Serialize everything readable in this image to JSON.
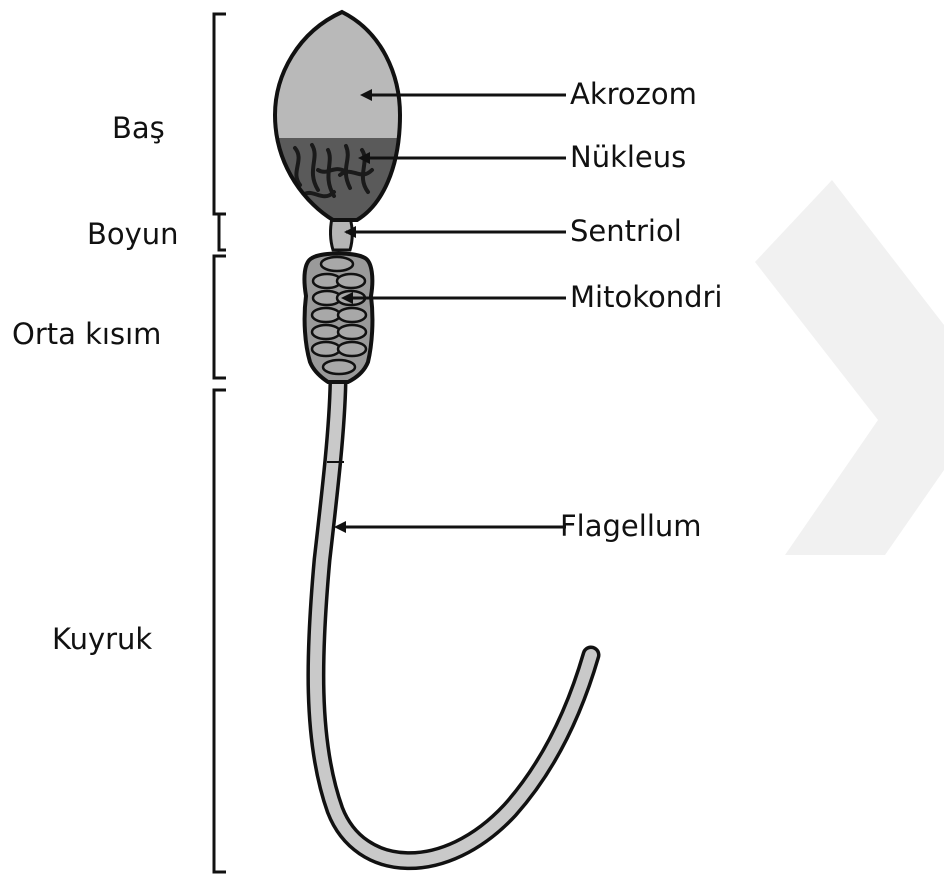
{
  "regions": {
    "bas": "Baş",
    "boyun": "Boyun",
    "orta_kisim": "Orta kısım",
    "kuyruk": "Kuyruk"
  },
  "parts": {
    "akrozom": "Akrozom",
    "nukleus": "Nükleus",
    "sentriol": "Sentriol",
    "mitokondri": "Mitokondri",
    "flagellum": "Flagellum"
  },
  "colors": {
    "outline": "#111111",
    "acrosome_fill": "#b9b9b9",
    "nucleus_fill": "#5a5a5a",
    "chromatin": "#1a1a1a",
    "midpiece_fill": "#9a9a9a",
    "mitochondria_fill": "#a8a8a8",
    "tail_fill": "#c9c9c9",
    "watermark": "#f1f1f1"
  }
}
